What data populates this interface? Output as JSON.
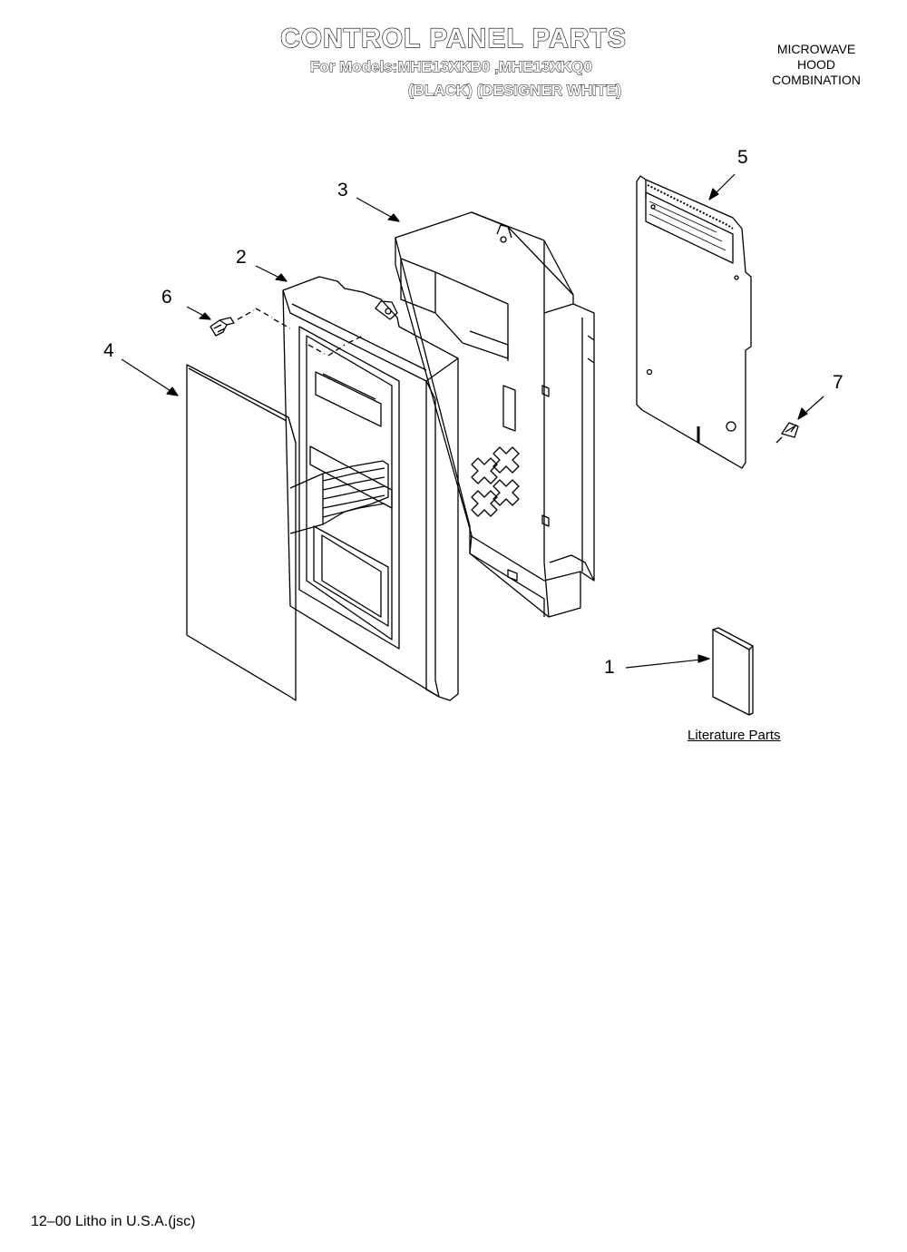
{
  "header": {
    "title": "CONTROL PANEL PARTS",
    "models_line": "For Models:MHE13XKB0 ,MHE13XKQ0",
    "variants_line": "(BLACK) (DESIGNER WHITE)"
  },
  "product_type": {
    "line1": "MICROWAVE",
    "line2": "HOOD",
    "line3": "COMBINATION"
  },
  "callouts": {
    "c1": "1",
    "c2": "2",
    "c3": "3",
    "c4": "4",
    "c5": "5",
    "c6": "6",
    "c7": "7"
  },
  "literature_label": "Literature Parts",
  "footer": "12–00 Litho in U.S.A.(jsc)",
  "colors": {
    "line": "#000000",
    "background": "#ffffff"
  }
}
